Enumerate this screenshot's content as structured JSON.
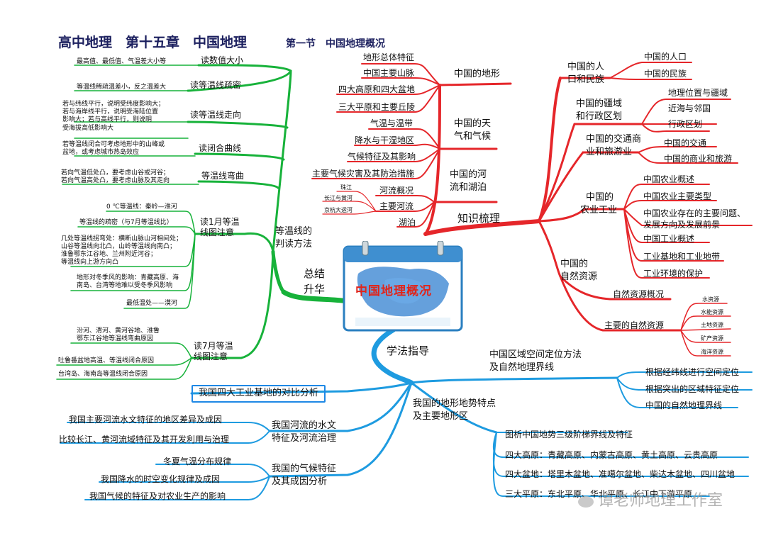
{
  "title": {
    "main": "高中地理　第十五章　中国地理",
    "sub": "第一节　中国地理概况"
  },
  "center": {
    "label": "中国地理概况"
  },
  "branches": {
    "review": {
      "label": "知识梳理",
      "china_terrain": {
        "label": "中国的地形",
        "items": [
          "地形总体特征",
          "中国主要山脉",
          "四大高原和四大盆地",
          "三大平原和主要丘陵"
        ]
      },
      "climate": {
        "label": "中国的天气和气候",
        "label_lines": [
          "中国的天",
          "气和气候"
        ],
        "items": [
          "气温与温带",
          "降水与干湿地区",
          "气候特征及其影响",
          "主要气候灾害及其防治措施"
        ]
      },
      "rivers": {
        "label_lines": [
          "中国的河",
          "流和湖泊"
        ],
        "items": [
          "河流概况",
          "主要河流",
          "湖泊"
        ],
        "subitems": [
          "珠江",
          "长江与黄河",
          "京杭大运河"
        ]
      },
      "population": {
        "label_lines": [
          "中国的人",
          "口和民族"
        ],
        "items": [
          "中国的人口",
          "中国的民族"
        ]
      },
      "territory": {
        "label_lines": [
          "中国的疆域",
          "和行政区划"
        ],
        "items": [
          "地理位置与疆域",
          "近海与邻国",
          "行政区划"
        ]
      },
      "transport": {
        "label_lines": [
          "中国的交通商",
          "业和旅游业"
        ],
        "items": [
          "中国的交通",
          "中国的商业和旅游"
        ]
      },
      "agriculture": {
        "label_lines": [
          "中国的",
          "农业工业"
        ],
        "items": [
          "中国农业概述",
          "中国农业主要类型",
          "中国农业存在的主要问题、",
          "发展方向及发展前景",
          "中国工业概述",
          "工业基地和工业地带",
          "工业环境的保护"
        ]
      },
      "resources": {
        "label_lines": [
          "中国的",
          "自然资源"
        ],
        "items": [
          "自然资源概况",
          "主要的自然资源"
        ],
        "subitems": [
          "水资源",
          "水能资源",
          "土地资源",
          "矿产资源",
          "海洋资源"
        ]
      }
    },
    "summary": {
      "label_lines": [
        "总结",
        "升华"
      ],
      "isoline_label_lines": [
        "等温线的",
        "判读方法"
      ],
      "topics": [
        "读数值大小",
        "读等温线疏密",
        "读等温线走向",
        "读闭合曲线",
        "等温线弯曲"
      ],
      "topic_notes": [
        "最高值、最低值、气温差大小等",
        "等温线稀疏温差小，反之温差大",
        "若与纬线平行，说明受纬度影响大；",
        "若与海岸线平行，说明受海陆位置",
        "影响大；若与高线平行，则说明",
        "受海拔高低影响大",
        "若等温线闭合可考虑地形中的山峰或",
        "盆地，或考虑城市热岛效应",
        "若向气温低处凸，要考虑山谷或河谷；",
        "若向气温高处凸，要考虑山脉及其走向"
      ],
      "jan_label_lines": [
        "读1月等温",
        "线图注意"
      ],
      "jan_notes": [
        "0 ℃等温线：秦岭—淮河",
        "等温线的疏密（与7月等温线比）",
        "几处等温线拐弯处：横断山脉山河相间处；",
        "山谷等温线向北凸，山岭等温线向南凸；",
        "淮鲁鄂东江谷地、兰州附近河谷；",
        "等温线向上游方向凸",
        "地形对冬季风的影响：青藏高原、海",
        "南岛、台湾等地难以受冬季风影响",
        "最低温处——漠河"
      ],
      "jul_label_lines": [
        "读7月等温",
        "线图注意"
      ],
      "jul_notes": [
        "汾河、渭河、黄河谷地、淮鲁",
        "鄂东江谷地等温线弯曲原因",
        "吐鲁番盆地高温、等温线闭合原因",
        "台湾岛、海南岛等温线闭合原因"
      ]
    },
    "methods": {
      "label": "学法指导",
      "spatial": {
        "label_lines": [
          "中国区域空间定位方法",
          "及自然地理界线"
        ],
        "items": [
          "根据经纬线进行空间定位",
          "根据突出的区域特征定位",
          "中国的自然地理界线"
        ]
      },
      "terrain": {
        "label_lines": [
          "我国的地形地势特点",
          "及主要地形区"
        ],
        "items": [
          "图析中国地势三级阶梯界线及特征",
          "四大高原：青藏高原、内蒙古高原、黄土高原、云贵高原",
          "四大盆地：塔里木盆地、准噶尔盆地、柴达木盆地、四川盆地",
          "三大平原：东北平原、华北平原、长江中下游平原"
        ]
      },
      "industry": {
        "label": "我国四大工业基地的对比分析"
      },
      "river": {
        "label_lines": [
          "我国河流的水文",
          "特征及河流治理"
        ],
        "items": [
          "我国主要河流水文特征的地区差异及成因",
          "比较长江、黄河流域特征及其开发利用与治理"
        ]
      },
      "climate": {
        "label_lines": [
          "我国的气候特征",
          "及其成因分析"
        ],
        "items": [
          "冬夏气温分布规律",
          "我国降水的时空变化规律及成因",
          "我国气候的特征及对农业生产的影响"
        ]
      }
    }
  },
  "watermark": "谭老师地理工作室",
  "colors": {
    "red": "#e5262a",
    "green": "#17b23a",
    "blue": "#1e9be0",
    "title": "#1b1f5e"
  }
}
